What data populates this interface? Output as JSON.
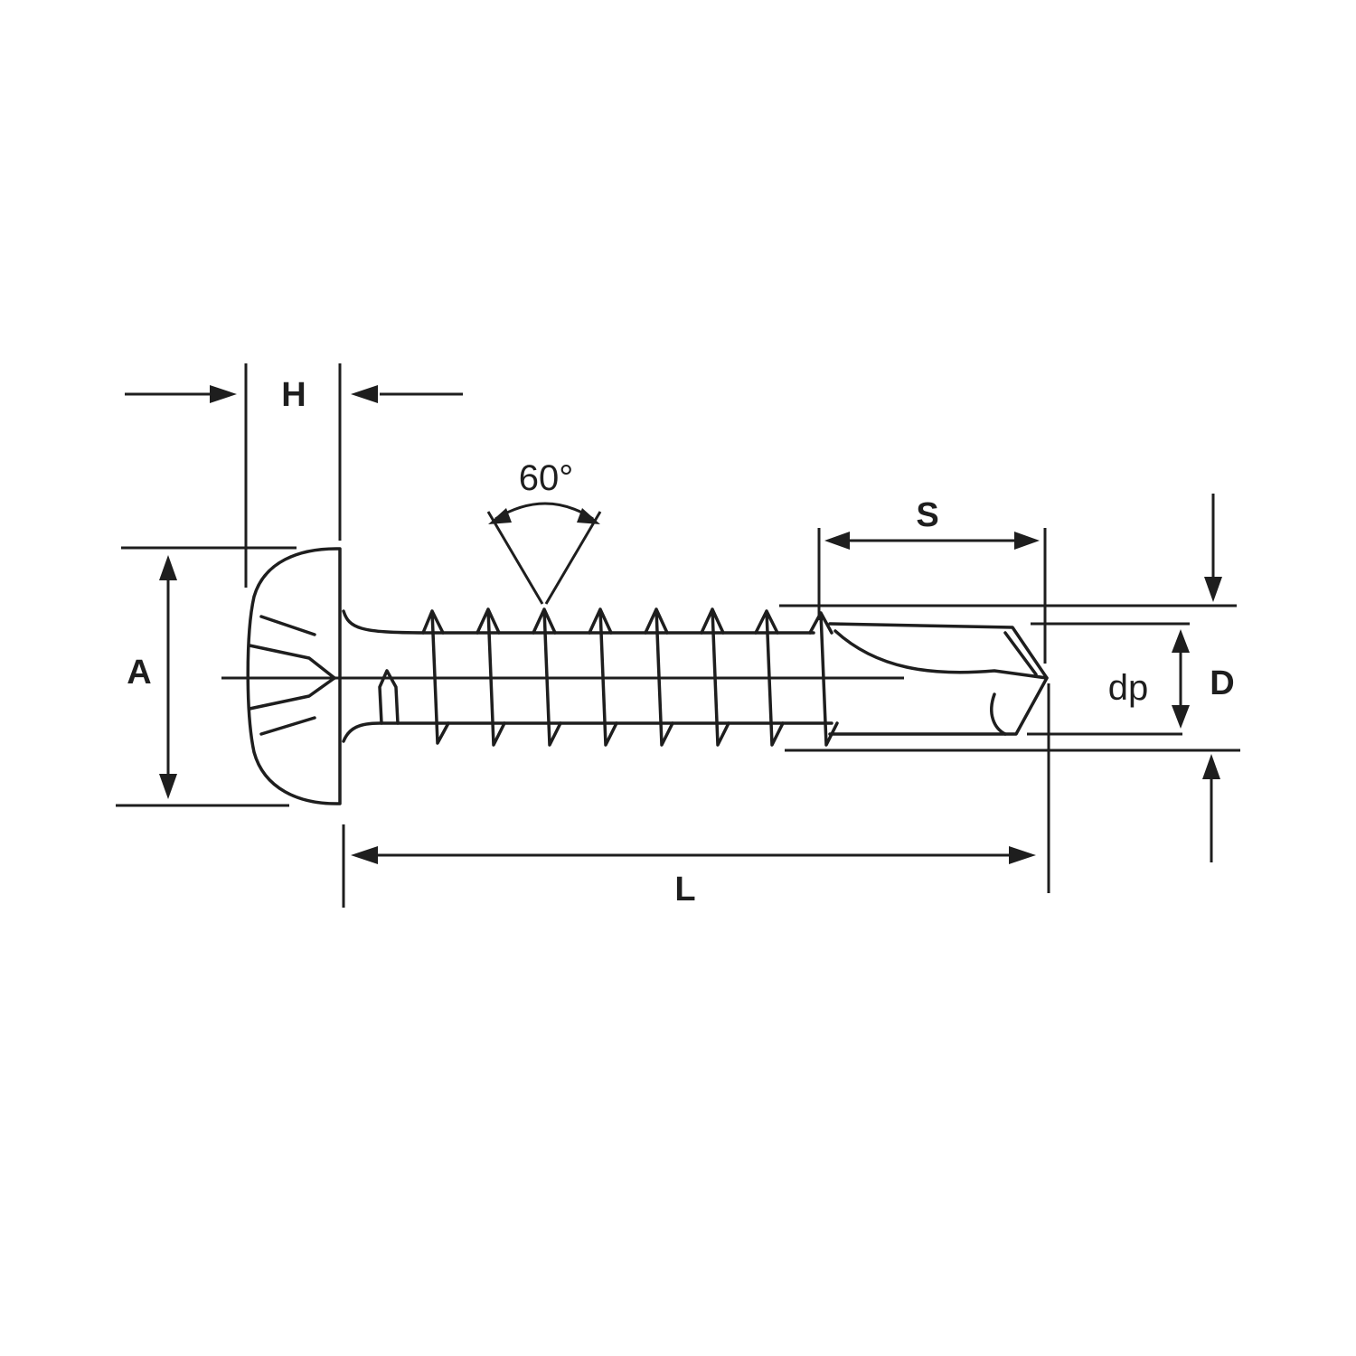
{
  "diagram": {
    "labels": {
      "head_height": "H",
      "head_diameter": "A",
      "thread_angle": "60°",
      "drill_length": "S",
      "point_diameter": "dp",
      "thread_diameter": "D",
      "length": "L"
    },
    "line_color": "#1e1e1e",
    "background": "#ffffff"
  }
}
